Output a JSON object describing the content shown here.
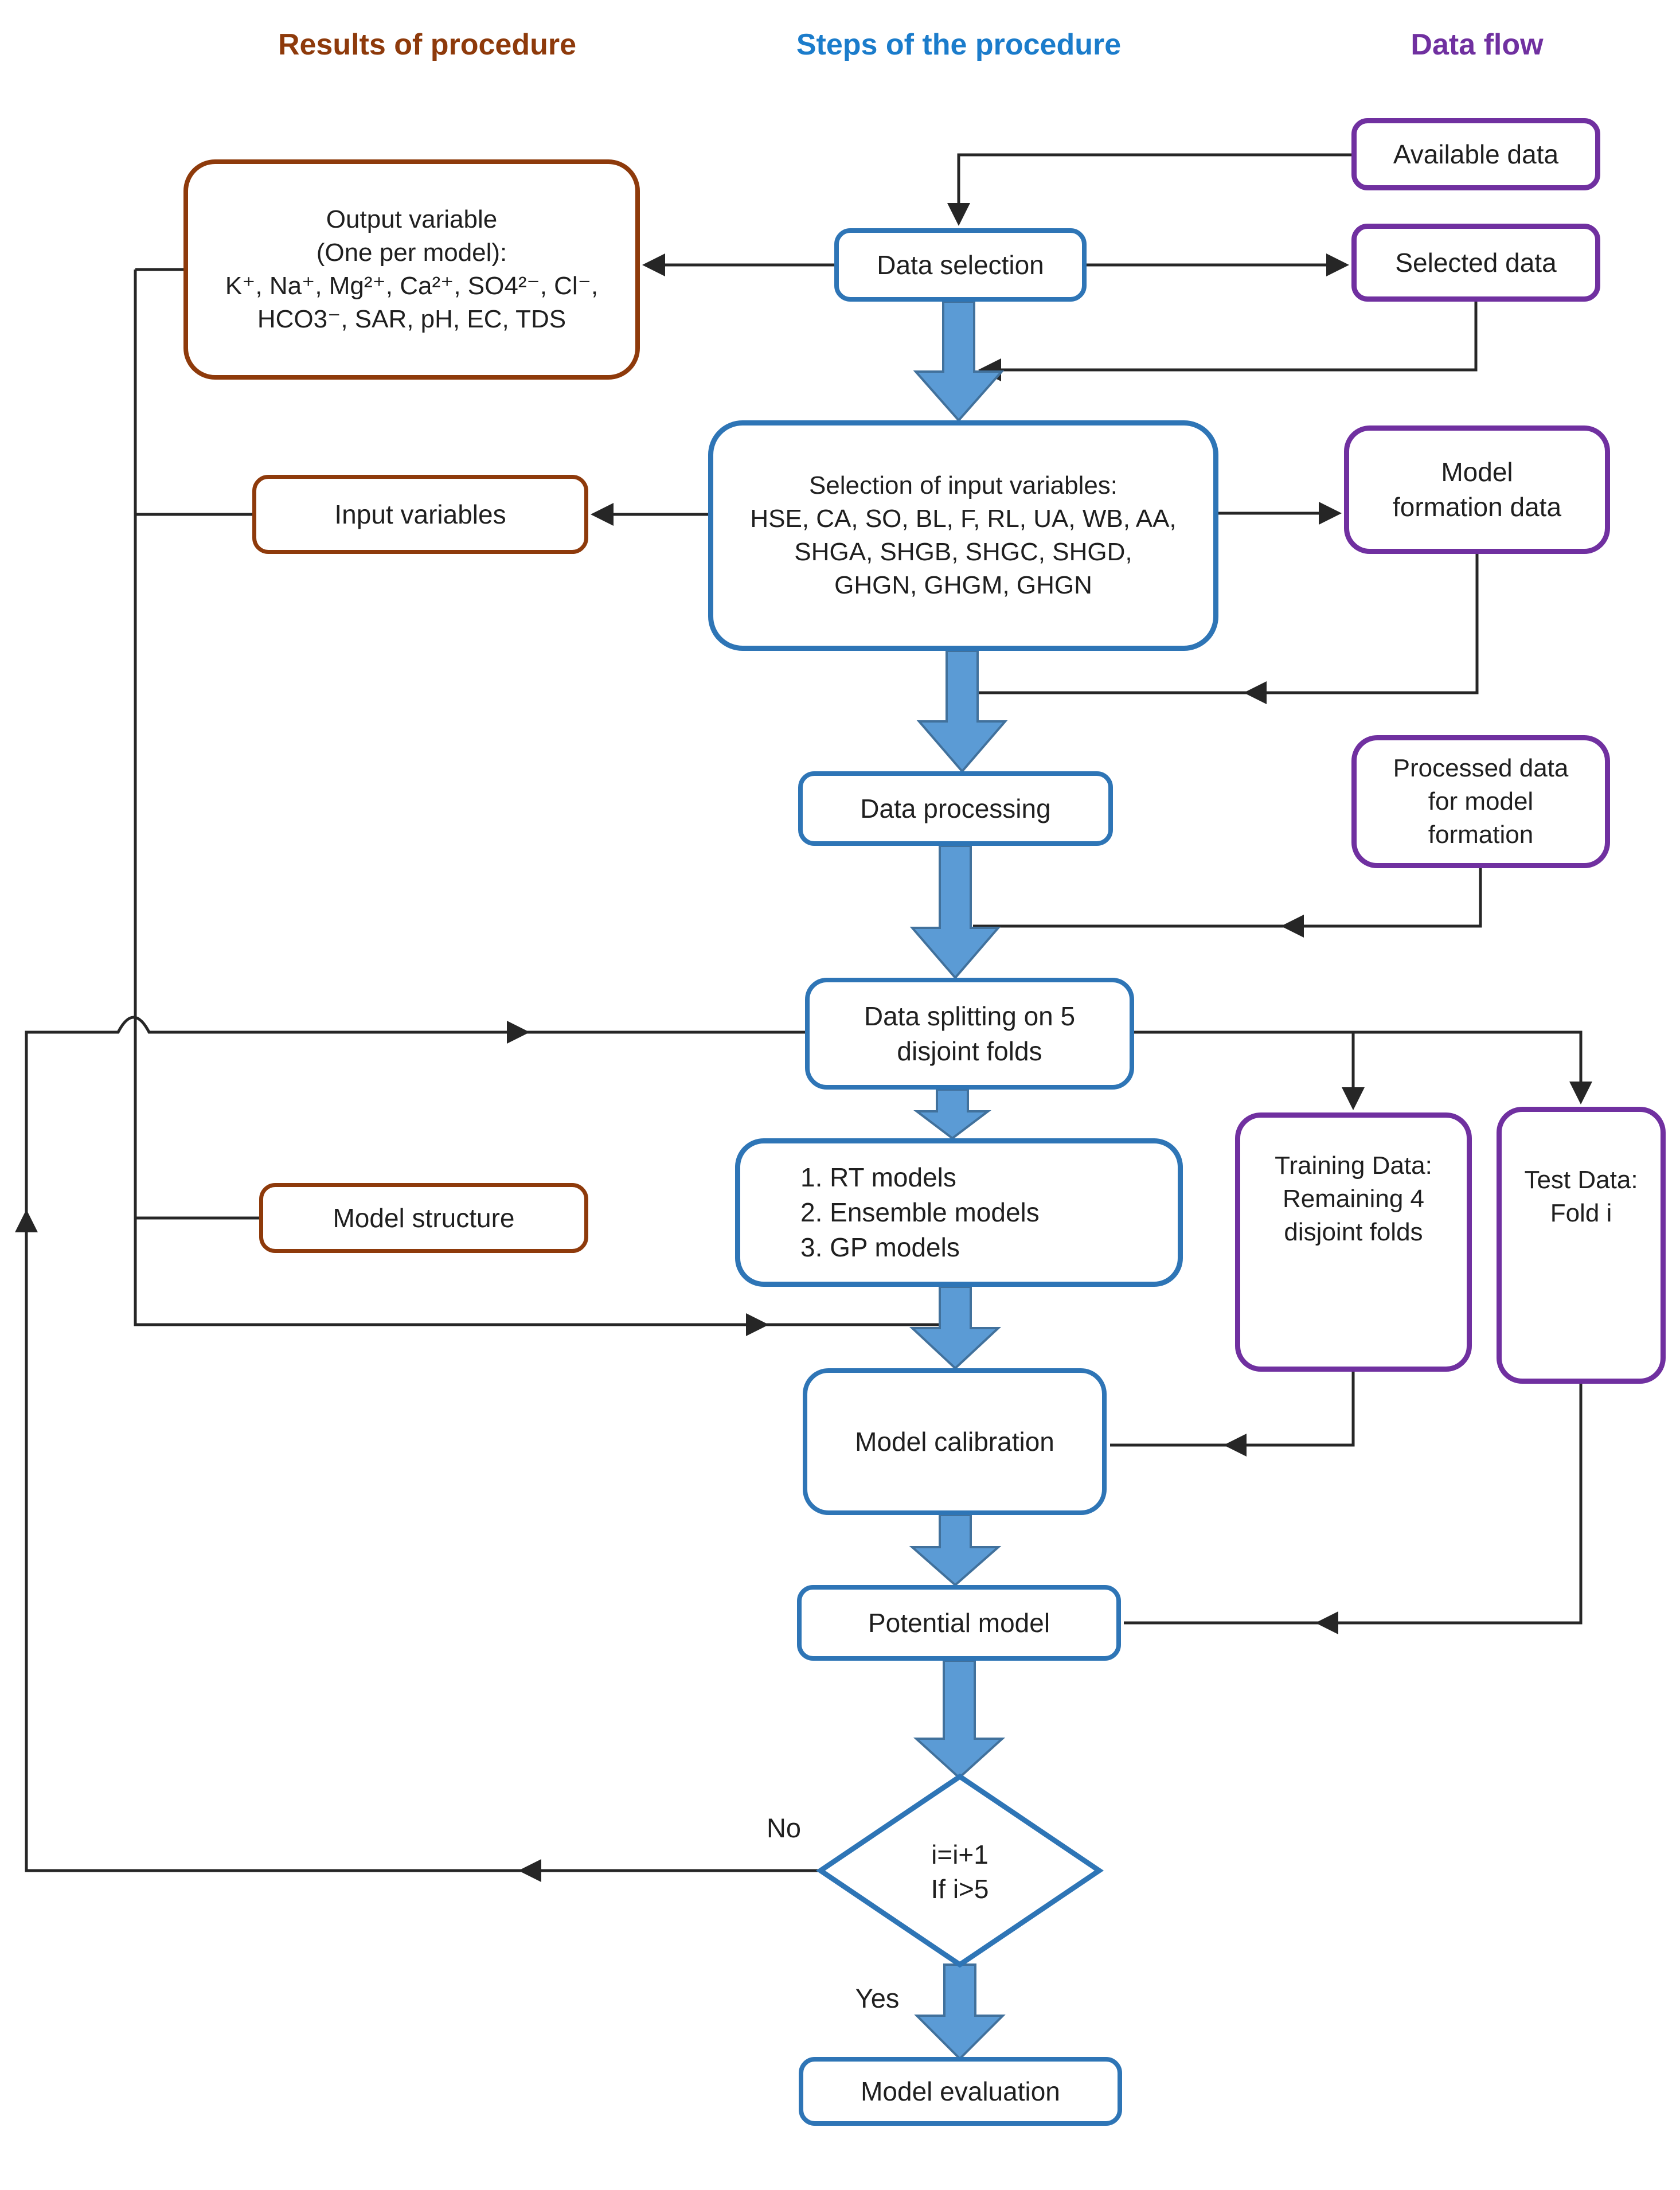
{
  "headers": {
    "results": "Results of procedure",
    "steps": "Steps of the procedure",
    "dataflow": "Data flow"
  },
  "colors": {
    "brown": "#8E3A0B",
    "blue": "#2E75B6",
    "purple": "#7030A0",
    "header_blue": "#1B7CCB",
    "arrow_fill": "#5B9BD5",
    "arrow_stroke": "#41719C",
    "line": "#262626",
    "text_color": "#1f1f1f"
  },
  "nodes": {
    "output_variable": {
      "lines": [
        "Output variable",
        "(One per model):",
        "K⁺, Na⁺, Mg²⁺, Ca²⁺, SO4²⁻, Cl⁻,",
        "HCO3⁻, SAR, pH, EC, TDS"
      ]
    },
    "data_selection": {
      "label": "Data selection"
    },
    "available_data": {
      "label": "Available data"
    },
    "selected_data": {
      "label": "Selected data"
    },
    "selection_input": {
      "lines": [
        "Selection of input variables:",
        "HSE, CA, SO, BL, F, RL, UA, WB, AA,",
        "SHGA, SHGB, SHGC, SHGD,",
        "GHGN, GHGM, GHGN"
      ]
    },
    "input_variables": {
      "label": "Input variables"
    },
    "model_formation": {
      "lines": [
        "Model",
        "formation data"
      ]
    },
    "data_processing": {
      "label": "Data processing"
    },
    "processed_data": {
      "lines": [
        "Processed data",
        "for model",
        "formation"
      ]
    },
    "data_splitting": {
      "lines": [
        "Data splitting on 5",
        "disjoint folds"
      ]
    },
    "models": {
      "lines": [
        "1. RT models",
        "2. Ensemble models",
        "3. GP models"
      ]
    },
    "model_structure": {
      "label": "Model structure"
    },
    "training_data": {
      "lines": [
        "Training Data:",
        "Remaining 4",
        "disjoint folds"
      ]
    },
    "test_data": {
      "lines": [
        "Test Data:",
        "Fold i"
      ]
    },
    "model_calibration": {
      "label": "Model calibration"
    },
    "potential_model": {
      "label": "Potential model"
    },
    "decision": {
      "lines": [
        "i=i+1",
        "If i>5"
      ]
    },
    "model_evaluation": {
      "label": "Model evaluation"
    },
    "no_label": "No",
    "yes_label": "Yes"
  }
}
